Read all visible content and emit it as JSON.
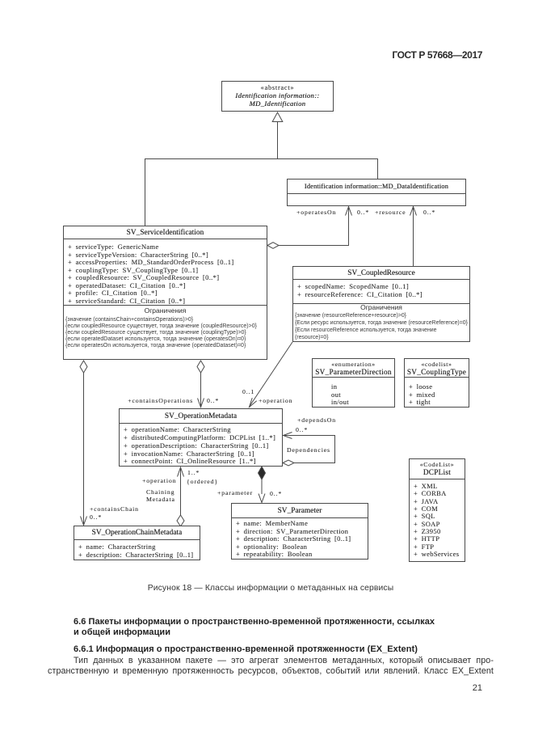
{
  "page": {
    "header": "ГОСТ Р 57668—2017",
    "page_number": "21",
    "figure_caption": "Рисунок 18 — Классы информации о метаданных на сервисы",
    "section_6_6": {
      "heading_line1": "6.6 Пакеты информации о пространственно-временной протяженности, ссылках",
      "heading_line2": "и общей информации"
    },
    "section_6_6_1": {
      "heading": "6.6.1 Информация о пространственно-временной протяженности (EX_Extent)",
      "body_line1": "Тип данных в указанном пакете — это агрегат элементов метаданных, который описывает про-",
      "body_line2": "странственную и временную протяженность ресурсов, объектов, событий или явлений. Класс EX_Extent"
    }
  },
  "diagram": {
    "classes": {
      "md_identification": {
        "stereotype": "«abstract»",
        "name_line1": "Identification information::",
        "name_line2": "MD_Identification"
      },
      "md_data_identification": {
        "name": "Identification information::MD_DataIdentification"
      },
      "sv_service_identification": {
        "name": "SV_ServiceIdentification",
        "attributes": [
          "+ serviceType: GenericName",
          "+ serviceTypeVersion: CharacterString [0..*]",
          "+ accessProperties: MD_StandardOrderProcess [0..1]",
          "+ couplingType: SV_CouplingType [0..1]",
          "+ coupledResource: SV_CoupledResource [0..*]",
          "+ operatedDataset: CI_Citation [0..*]",
          "+ profile: CI_Citation [0..*]",
          "+ serviceStandard: CI_Citation [0..*]"
        ],
        "constraints_title": "Ограничения",
        "constraints": [
          "{значение (containsChain+containsOperations)>0}",
          "{если coupledResource существует, тогда значение (coupledResource)>0}",
          "{если coupledResource существует, тогда значение (couplingType)>0}",
          "{если operatedDataset используется, тогда значение (operatesOn)=0}",
          "{если operatesOn используется, тогда значение (operatedDataset)=0}"
        ]
      },
      "sv_coupled_resource": {
        "name": "SV_CoupledResource",
        "attributes": [
          "+ scopedName: ScopedName [0..1]",
          "+ resourceReference: CI_Citation [0..*]"
        ],
        "constraints_title": "Ограничения",
        "constraints": [
          "{значение (resourceReference+resource)>0}",
          "{Если ресурс используется, тогда значение (resourceReference)=0}",
          "{Если resourceReference используется, тогда значение",
          "(resource)=0}"
        ]
      },
      "sv_operation_metadata": {
        "name": "SV_OperationMetadata",
        "attributes": [
          "+ operationName: CharacterString",
          "+ distributedComputingPlatform: DCPList [1..*]",
          "+ operationDescription: CharacterString [0..1]",
          "+ invocationName: CharacterString [0..1]",
          "+ connectPoint: CI_OnlineResource [1..*]"
        ]
      },
      "sv_operation_chain_metadata": {
        "name": "SV_OperationChainMetadata",
        "attributes": [
          "+ name: CharacterString",
          "+ description: CharacterString [0..1]"
        ]
      },
      "sv_parameter": {
        "name": "SV_Parameter",
        "attributes": [
          "+ name: MemberName",
          "+ direction: SV_ParameterDirection",
          "+ description: CharacterString [0..1]",
          "+ optionality: Boolean",
          "+ repeatability: Boolean"
        ]
      },
      "sv_parameter_direction": {
        "stereotype": "«enumeration»",
        "name": "SV_ParameterDirection",
        "values": [
          "in",
          "out",
          "in/out"
        ]
      },
      "sv_coupling_type": {
        "stereotype": "«codelist»",
        "name": "SV_CouplingType",
        "values": [
          "+ loose",
          "+ mixed",
          "+ tight"
        ]
      },
      "dcp_list": {
        "stereotype": "«CodeList»",
        "name": "DCPList",
        "values": [
          "+ XML",
          "+ CORBA",
          "+ JAVA",
          "+ COM",
          "+ SQL",
          "+ SOAP",
          "+ Z3950",
          "+ HTTP",
          "+ FTP",
          "+ webServices"
        ]
      }
    },
    "labels": {
      "operates_on": "+operatesOn",
      "operates_on_mult": "0..*",
      "resource": "+resource",
      "resource_mult": "0..*",
      "contains_operations": "+containsOperations",
      "contains_operations_mult": "0..*",
      "operation_coupled_mult": "0..1",
      "operation_coupled": "+operation",
      "depends_on": "+dependsOn",
      "depends_on_mult": "0..*",
      "dependencies": "Dependencies",
      "chain_operation": "+operation",
      "chain_operation_mult": "1..*",
      "ordered": "{ordered}",
      "chaining_line1": "Chaining",
      "chaining_line2": "Metadata",
      "contains_chain": "+containsChain",
      "contains_chain_mult": "0..*",
      "parameter": "+parameter",
      "parameter_mult": "0..*"
    }
  }
}
